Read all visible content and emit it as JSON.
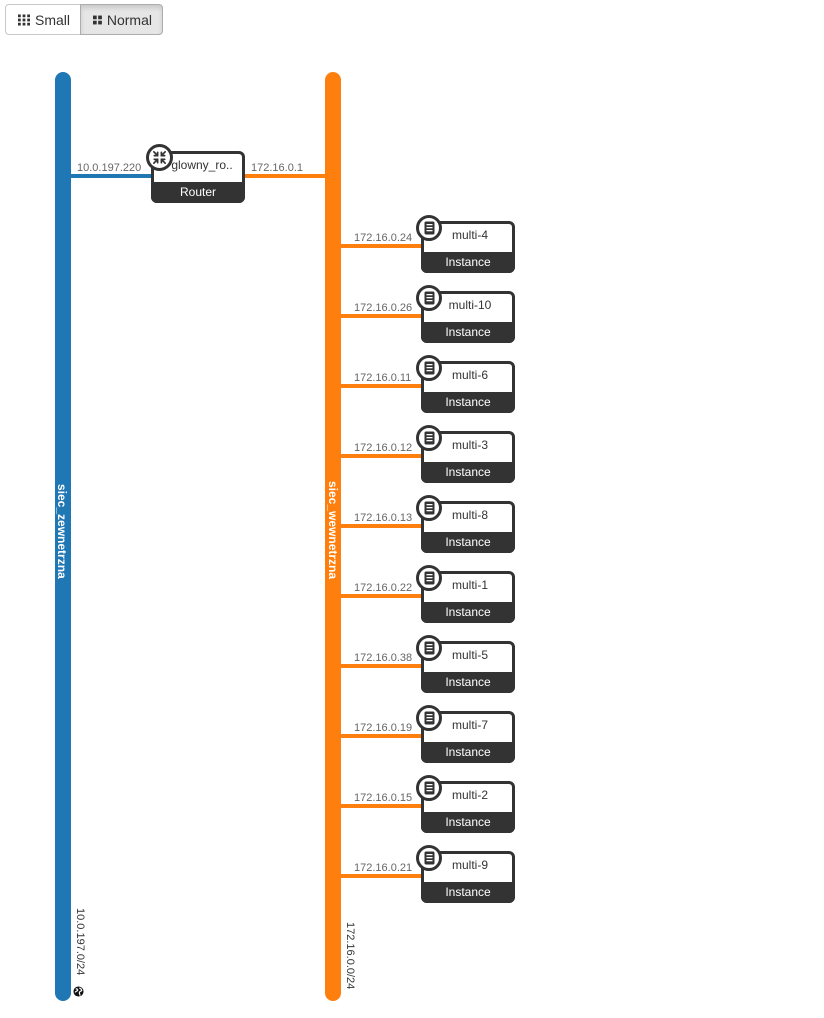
{
  "toolbar": {
    "small_label": "Small",
    "normal_label": "Normal"
  },
  "colors": {
    "external": "#1f77b4",
    "internal": "#ff7f0e",
    "device": "#333333"
  },
  "networks": [
    {
      "name": "siec_zewnetrzna",
      "cidr": "10.0.197.0/24",
      "color": "#1f77b4",
      "external": true
    },
    {
      "name": "siec_wewnetrzna",
      "cidr": "172.16.0.0/24",
      "color": "#ff7f0e",
      "external": false
    }
  ],
  "router": {
    "name": "glowny_ro..",
    "type": "Router",
    "external_ip": "10.0.197.220",
    "internal_ip": "172.16.0.1"
  },
  "instances": [
    {
      "name": "multi-4",
      "type": "Instance",
      "ip": "172.16.0.24"
    },
    {
      "name": "multi-10",
      "type": "Instance",
      "ip": "172.16.0.26"
    },
    {
      "name": "multi-6",
      "type": "Instance",
      "ip": "172.16.0.11"
    },
    {
      "name": "multi-3",
      "type": "Instance",
      "ip": "172.16.0.12"
    },
    {
      "name": "multi-8",
      "type": "Instance",
      "ip": "172.16.0.13"
    },
    {
      "name": "multi-1",
      "type": "Instance",
      "ip": "172.16.0.22"
    },
    {
      "name": "multi-5",
      "type": "Instance",
      "ip": "172.16.0.38"
    },
    {
      "name": "multi-7",
      "type": "Instance",
      "ip": "172.16.0.19"
    },
    {
      "name": "multi-2",
      "type": "Instance",
      "ip": "172.16.0.15"
    },
    {
      "name": "multi-9",
      "type": "Instance",
      "ip": "172.16.0.21"
    }
  ]
}
